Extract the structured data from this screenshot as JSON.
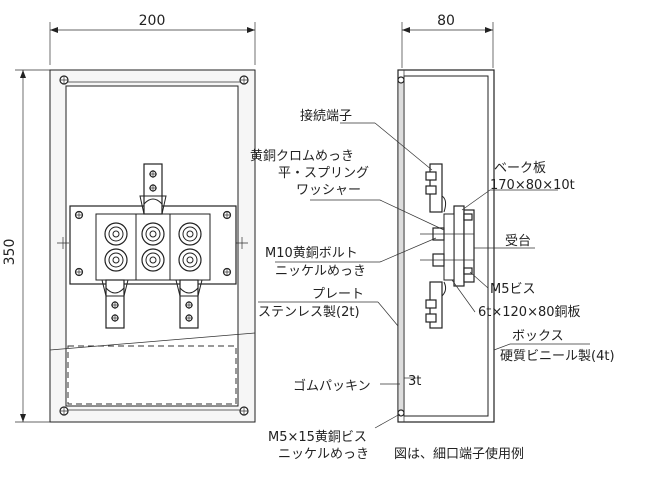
{
  "dimensions": {
    "width_top": "200",
    "depth_top": "80",
    "height_left": "350",
    "box_thickness": "3t"
  },
  "labels": {
    "terminal": "接続端子",
    "chrome1": "黄銅クロムめっき",
    "chrome2": "平・スプリング",
    "chrome3": "ワッシャー",
    "bake1": "ベーク板",
    "bake2": "170×80×10t",
    "support": "受台",
    "bolt1": "M10黄銅ボルト",
    "bolt2": "ニッケルめっき",
    "m5": "M5ビス",
    "copper": "6t×120×80銅板",
    "plate1": "プレート",
    "plate2": "ステンレス製(2t)",
    "box1": "ボックス",
    "box2": "硬質ビニール製(4t)",
    "gasket": "ゴムパッキン",
    "screw1": "M5×15黄銅ビス",
    "screw2": "ニッケルめっき",
    "note": "図は、細口端子使用例"
  }
}
